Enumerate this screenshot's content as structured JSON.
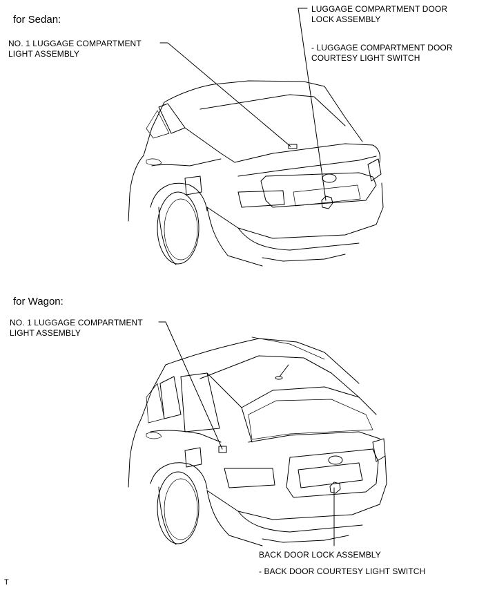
{
  "sedan": {
    "heading": "for Sedan:",
    "label_light_1": "NO. 1 LUGGAGE COMPARTMENT",
    "label_light_2": "LIGHT ASSEMBLY",
    "label_lock_1": "LUGGAGE COMPARTMENT DOOR",
    "label_lock_2": "LOCK ASSEMBLY",
    "label_switch_1": "- LUGGAGE COMPARTMENT DOOR",
    "label_switch_2": "COURTESY LIGHT SWITCH"
  },
  "wagon": {
    "heading": "for Wagon:",
    "label_light_1": "NO. 1 LUGGAGE COMPARTMENT",
    "label_light_2": "LIGHT ASSEMBLY",
    "label_lock": "BACK DOOR LOCK ASSEMBLY",
    "label_switch": "- BACK DOOR COURTESY LIGHT SWITCH"
  },
  "corner_mark": "T"
}
